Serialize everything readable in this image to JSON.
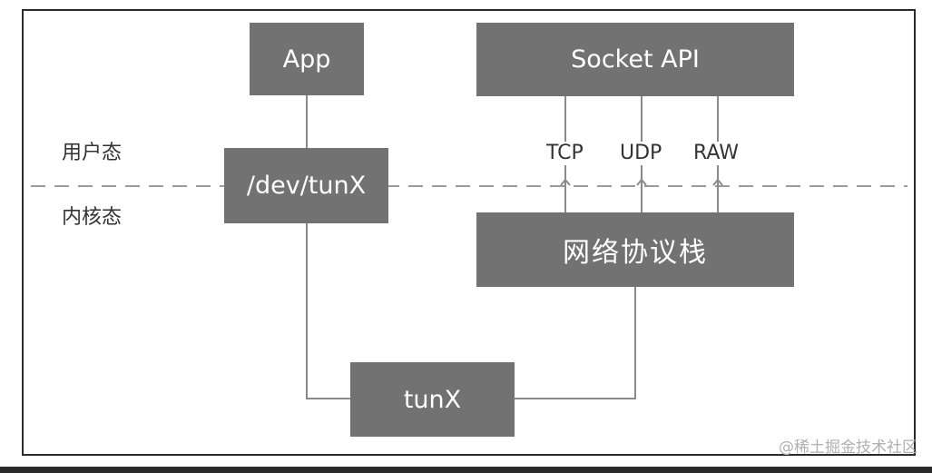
{
  "nodes": {
    "app": "App",
    "socket_api": "Socket API",
    "dev_tunx": "/dev/tunX",
    "net_stack": "网络协议栈",
    "tunx": "tunX"
  },
  "layers": {
    "user_space": "用户态",
    "kernel_space": "内核态"
  },
  "protocols": [
    "TCP",
    "UDP",
    "RAW"
  ],
  "watermark": "@稀土掘金技术社区",
  "colors": {
    "box_fill": "#727272",
    "box_text": "#ffffff",
    "line": "#8a8a8a",
    "divider": "#9a9a9a",
    "label_text": "#333333"
  }
}
